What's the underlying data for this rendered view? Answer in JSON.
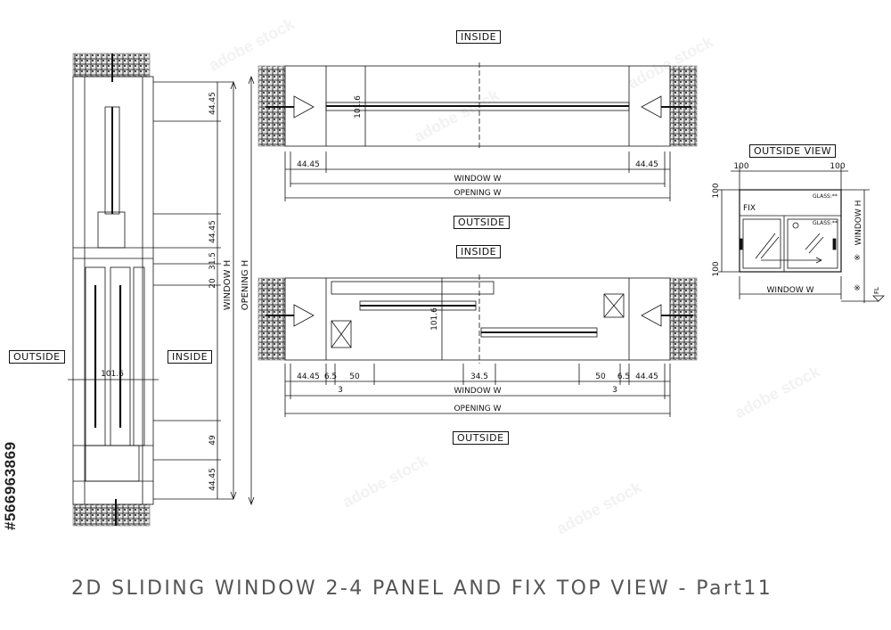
{
  "title": "2D SLIDING WINDOW 2-4 PANEL AND FIX TOP VIEW - Part11",
  "stock_id": "#566963869",
  "watermark": "adobe stock",
  "colors": {
    "line": "#111111",
    "wall": "#dddddd",
    "title": "#555555"
  },
  "labels": {
    "inside_top": "INSIDE",
    "outside_mid": "OUTSIDE",
    "inside_mid": "INSIDE",
    "outside_bottom": "OUTSIDE",
    "outside_left": "OUTSIDE",
    "inside_left": "INSIDE",
    "outside_view": "OUTSIDE VIEW"
  },
  "section": {
    "dims": [
      "44.45",
      "44.45",
      "20",
      "31.5",
      "101.6",
      "49",
      "44.45"
    ],
    "window_h": "WINDOW   H",
    "opening_h": "OPENING   H"
  },
  "plan_fixed": {
    "depth": "101.6",
    "left_dim": "44.45",
    "right_dim": "44.45",
    "window_w": "WINDOW W",
    "opening_w": "OPENING W"
  },
  "plan_sliding": {
    "depth": "101.6",
    "dims": [
      "44.45",
      "6.5",
      "50",
      "34.5",
      "50",
      "6.5",
      "44.45"
    ],
    "small_left": "3",
    "small_right": "3",
    "window_w": "WINDOW       W",
    "opening_w": "OPENING       W"
  },
  "elevation": {
    "top_left": "100",
    "top_right": "100",
    "left_top": "100",
    "left_bottom": "100",
    "fix": "FIX",
    "glass_1": "GLASS:**",
    "glass_2": "GLASS:**",
    "window_w": "WINDOW   W",
    "window_h": "WINDOW   H",
    "mark_1": "※",
    "mark_2": "※",
    "fl": "FL"
  }
}
